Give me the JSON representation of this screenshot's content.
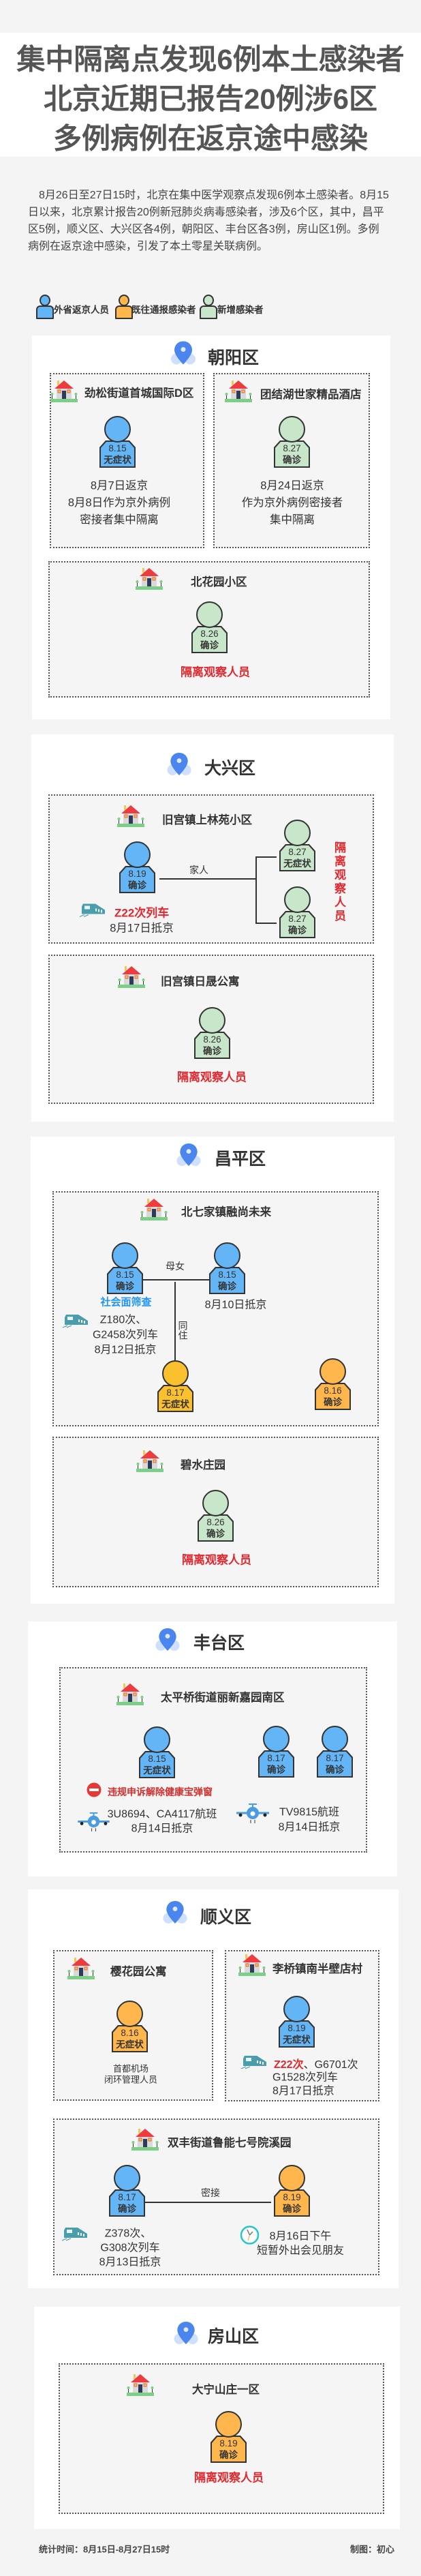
{
  "title": {
    "lines": [
      "集中隔离点发现6例本土感染者",
      "北京近期已报告20例涉6区",
      "多例病例在返京途中感染"
    ]
  },
  "intro": "8月26日至27日15时，北京在集中医学观察点发现6例本土感染者。8月15日以来，北京累计报告20例新冠肺炎病毒感染者，涉及6个区，其中，昌平区5例，顺义区、大兴区各4例，朝阳区、丰台区各3例，房山区1例。多例病例在返京途中感染，引发了本土零星关联病例。",
  "legend": [
    {
      "label": "外省返京人员",
      "color": "#64b5f6"
    },
    {
      "label": "既往通报感染者",
      "color": "#ffb74d"
    },
    {
      "label": "新增感染者",
      "color": "#c8e6c9"
    }
  ],
  "colors": {
    "accent_red": "#e0282e",
    "screening_blue": "#2196f3"
  },
  "districts": [
    {
      "name": "朝阳区",
      "sites": [
        {
          "name": "劲松街道首城国际D区",
          "persons": [
            {
              "date": "8.15",
              "status": "无症状"
            }
          ],
          "notes": [
            "8月7日返京",
            "8月8日作为京外病例",
            "密接者集中隔离"
          ]
        },
        {
          "name": "团结湖世家精品酒店",
          "persons": [
            {
              "date": "8.27",
              "status": "确诊"
            }
          ],
          "notes": [
            "8月24日返京",
            "作为京外病例密接者",
            "集中隔离"
          ]
        },
        {
          "name": "北花园小区",
          "persons": [
            {
              "date": "8.26",
              "status": "确诊"
            }
          ],
          "tag": "隔离观察人员"
        }
      ]
    },
    {
      "name": "大兴区",
      "sites": [
        {
          "name": "旧宫镇上林苑小区",
          "persons": [
            {
              "date": "8.19",
              "status": "确诊"
            },
            {
              "date": "8.27",
              "status": "无症状"
            },
            {
              "date": "8.27",
              "status": "确诊"
            }
          ],
          "relation": "家人",
          "transport": "Z22次列车",
          "arrival": "8月17日抵京",
          "tag": "隔离观察人员"
        },
        {
          "name": "旧宫镇日晟公寓",
          "persons": [
            {
              "date": "8.26",
              "status": "确诊"
            }
          ],
          "tag": "隔离观察人员"
        }
      ]
    },
    {
      "name": "昌平区",
      "sites": [
        {
          "name": "北七家镇融尚未来",
          "persons": [
            {
              "date": "8.15",
              "status": "确诊"
            },
            {
              "date": "8.15",
              "status": "确诊"
            },
            {
              "date": "8.17",
              "status": "无症状"
            },
            {
              "date": "8.16",
              "status": "确诊"
            }
          ],
          "relations": [
            "母女",
            "同住"
          ],
          "screening": "社会面筛查",
          "arrival_b": "8月10日抵京",
          "transport_lines": [
            "Z180次、",
            "G2458次列车",
            "8月12日抵京"
          ]
        },
        {
          "name": "碧水庄园",
          "persons": [
            {
              "date": "8.26",
              "status": "确诊"
            }
          ],
          "tag": "隔离观察人员"
        }
      ]
    },
    {
      "name": "丰台区",
      "sites": [
        {
          "name": "太平桥街道丽新嘉园南区",
          "persons": [
            {
              "date": "8.15",
              "status": "无症状"
            },
            {
              "date": "8.17",
              "status": "确诊"
            },
            {
              "date": "8.17",
              "status": "确诊"
            }
          ],
          "alert": "违规申诉解除健康宝弹窗",
          "flights": [
            {
              "lines": [
                "3U8694、CA4117航班",
                "8月14日抵京"
              ]
            },
            {
              "lines": [
                "TV9815航班",
                "8月14日抵京"
              ]
            }
          ]
        }
      ]
    },
    {
      "name": "顺义区",
      "sites": [
        {
          "name": "樱花园公寓",
          "persons": [
            {
              "date": "8.16",
              "status": "无症状"
            }
          ],
          "notes": [
            "首都机场",
            "闭环管理人员"
          ]
        },
        {
          "name": "李桥镇南半壁店村",
          "persons": [
            {
              "date": "8.19",
              "status": "无症状"
            }
          ],
          "transport_highlight": "Z22次",
          "transport_rest": "、G6701次",
          "transport_lines": [
            "G1528次列车",
            "8月17日抵京"
          ]
        },
        {
          "name": "双丰街道鲁能七号院溪园",
          "persons": [
            {
              "date": "8.17",
              "status": "确诊"
            },
            {
              "date": "8.19",
              "status": "确诊"
            }
          ],
          "relation": "密接",
          "transport_lines": [
            "Z378次、",
            "G308次列车",
            "8月13日抵京"
          ],
          "event_lines": [
            "8月16日下午",
            "短暂外出会见朋友"
          ]
        }
      ]
    },
    {
      "name": "房山区",
      "sites": [
        {
          "name": "大宁山庄一区",
          "persons": [
            {
              "date": "8.19",
              "status": "确诊"
            }
          ],
          "tag": "隔离观察人员"
        }
      ]
    }
  ],
  "footer": {
    "stat_time": "统计时间：8月15日-8月27日15时",
    "credit": "制图：初心"
  }
}
